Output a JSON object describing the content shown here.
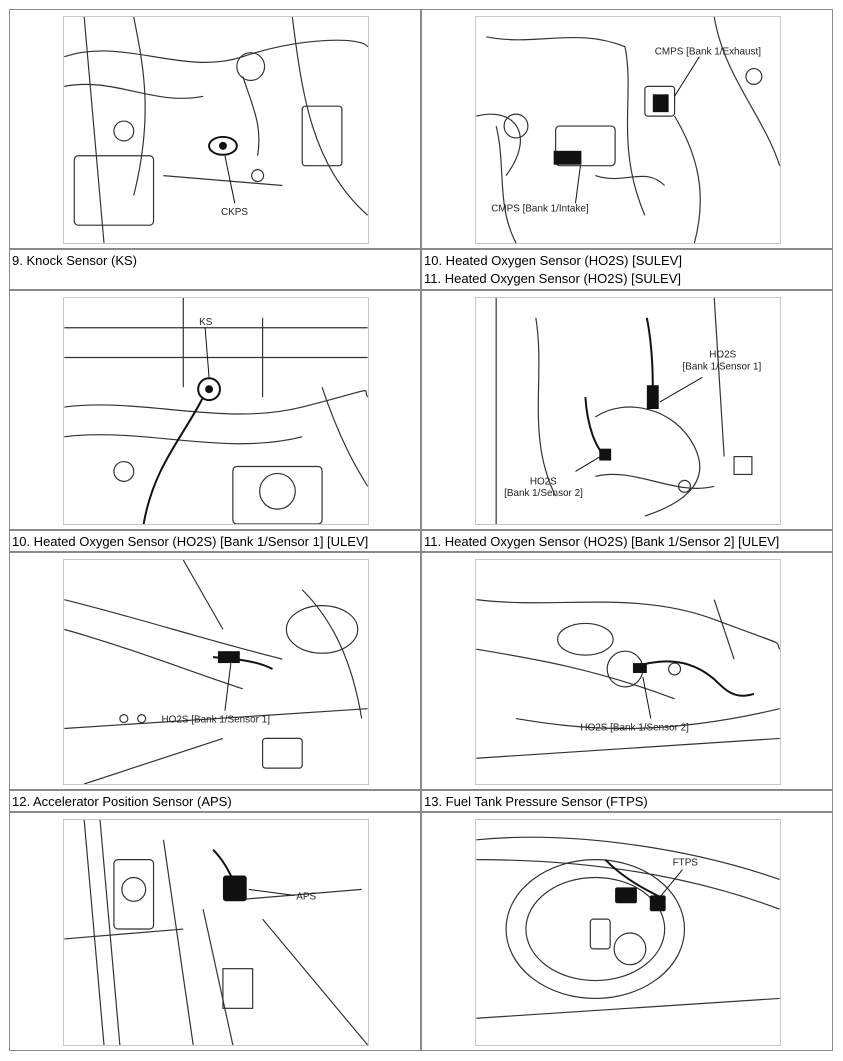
{
  "figures": {
    "ckps": {
      "label": "CKPS"
    },
    "cmps": {
      "label_exhaust": "CMPS [Bank 1/Exhaust]",
      "label_intake": "CMPS [Bank 1/Intake]"
    },
    "ks": {
      "label": "KS"
    },
    "ho2s_sulev": {
      "label_a": "HO2S",
      "label_b": "[Bank 1/Sensor 1]",
      "label_c": "HO2S",
      "label_d": "[Bank 1/Sensor 2]"
    },
    "ho2s_ulev_1": {
      "label": "HO2S [Bank 1/Sensor 1]"
    },
    "ho2s_ulev_2": {
      "label": "HO2S [Bank 1/Sensor 2]"
    },
    "aps": {
      "label": "APS"
    },
    "ftps": {
      "label": "FTPS"
    }
  },
  "captions": {
    "ks": "9. Knock Sensor (KS)",
    "sulev_1": "10. Heated Oxygen Sensor (HO2S) [SULEV]",
    "sulev_2": "11. Heated Oxygen Sensor (HO2S) [SULEV]",
    "ulev_1": "10. Heated Oxygen Sensor (HO2S) [Bank 1/Sensor 1] [ULEV]",
    "ulev_2": "11. Heated Oxygen Sensor (HO2S) [Bank 1/Sensor 2] [ULEV]",
    "aps": "12. Accelerator Position Sensor (APS)",
    "ftps": "13. Fuel Tank Pressure Sensor (FTPS)"
  }
}
